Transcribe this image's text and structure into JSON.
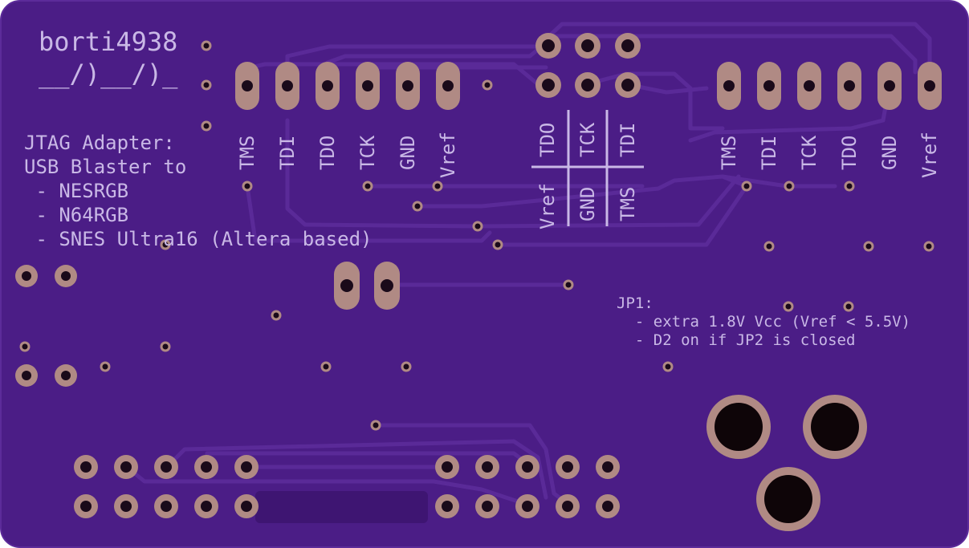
{
  "colors": {
    "board": "#4b1d86",
    "board_edge": "#5c2b9a",
    "copper_trace": "#5a2a98",
    "pad": "#b08a84",
    "pad_dark": "#6e4a52",
    "hole": "#1a0a1a",
    "silkscreen": "#c9b8e6"
  },
  "silkscreen": {
    "author": "borti4938",
    "author_art": "__/)__/)_",
    "desc_lines": [
      "JTAG Adapter:",
      "USB Blaster to",
      " - NESRGB",
      " - N64RGB",
      " - SNES Ultra16 (Altera based)"
    ],
    "left_header_labels": [
      "TMS",
      "TDI",
      "TDO",
      "TCK",
      "GND",
      "Vref"
    ],
    "center_top_labels": [
      "TDO",
      "TCK",
      "TDI"
    ],
    "center_bottom_labels": [
      "Vref",
      "GND",
      "TMS"
    ],
    "right_header_labels": [
      "TMS",
      "TDI",
      "TCK",
      "TDO",
      "GND",
      "Vref"
    ],
    "jp1_lines": [
      "JP1:",
      "  - extra 1.8V Vcc (Vref < 5.5V)",
      "  - D2 on if JP2 is closed"
    ]
  }
}
